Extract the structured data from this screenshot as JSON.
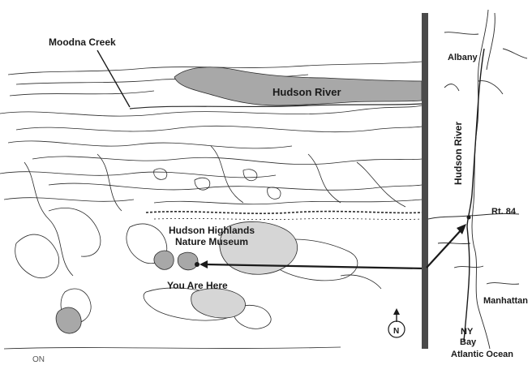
{
  "labels": {
    "moodna_creek": "Moodna Creek",
    "hudson_river_main": "Hudson River",
    "hudson_highlands_line1": "Hudson Highlands",
    "hudson_highlands_line2": "Nature Museum",
    "you_are_here": "You Are Here",
    "albany": "Albany",
    "hudson_river_inset": "Hudson River",
    "rt84": "Rt. 84",
    "manhattan": "Manhattan",
    "ny_bay_line1": "NY",
    "ny_bay_line2": "Bay",
    "atlantic_ocean": "Atlantic Ocean",
    "compass_letter": "N",
    "corner_mark": "ON"
  },
  "colors": {
    "water": "#a8a8a8",
    "water_light": "#d6d6d6",
    "line": "#2a2a2a",
    "divider": "#4a4a4a"
  }
}
